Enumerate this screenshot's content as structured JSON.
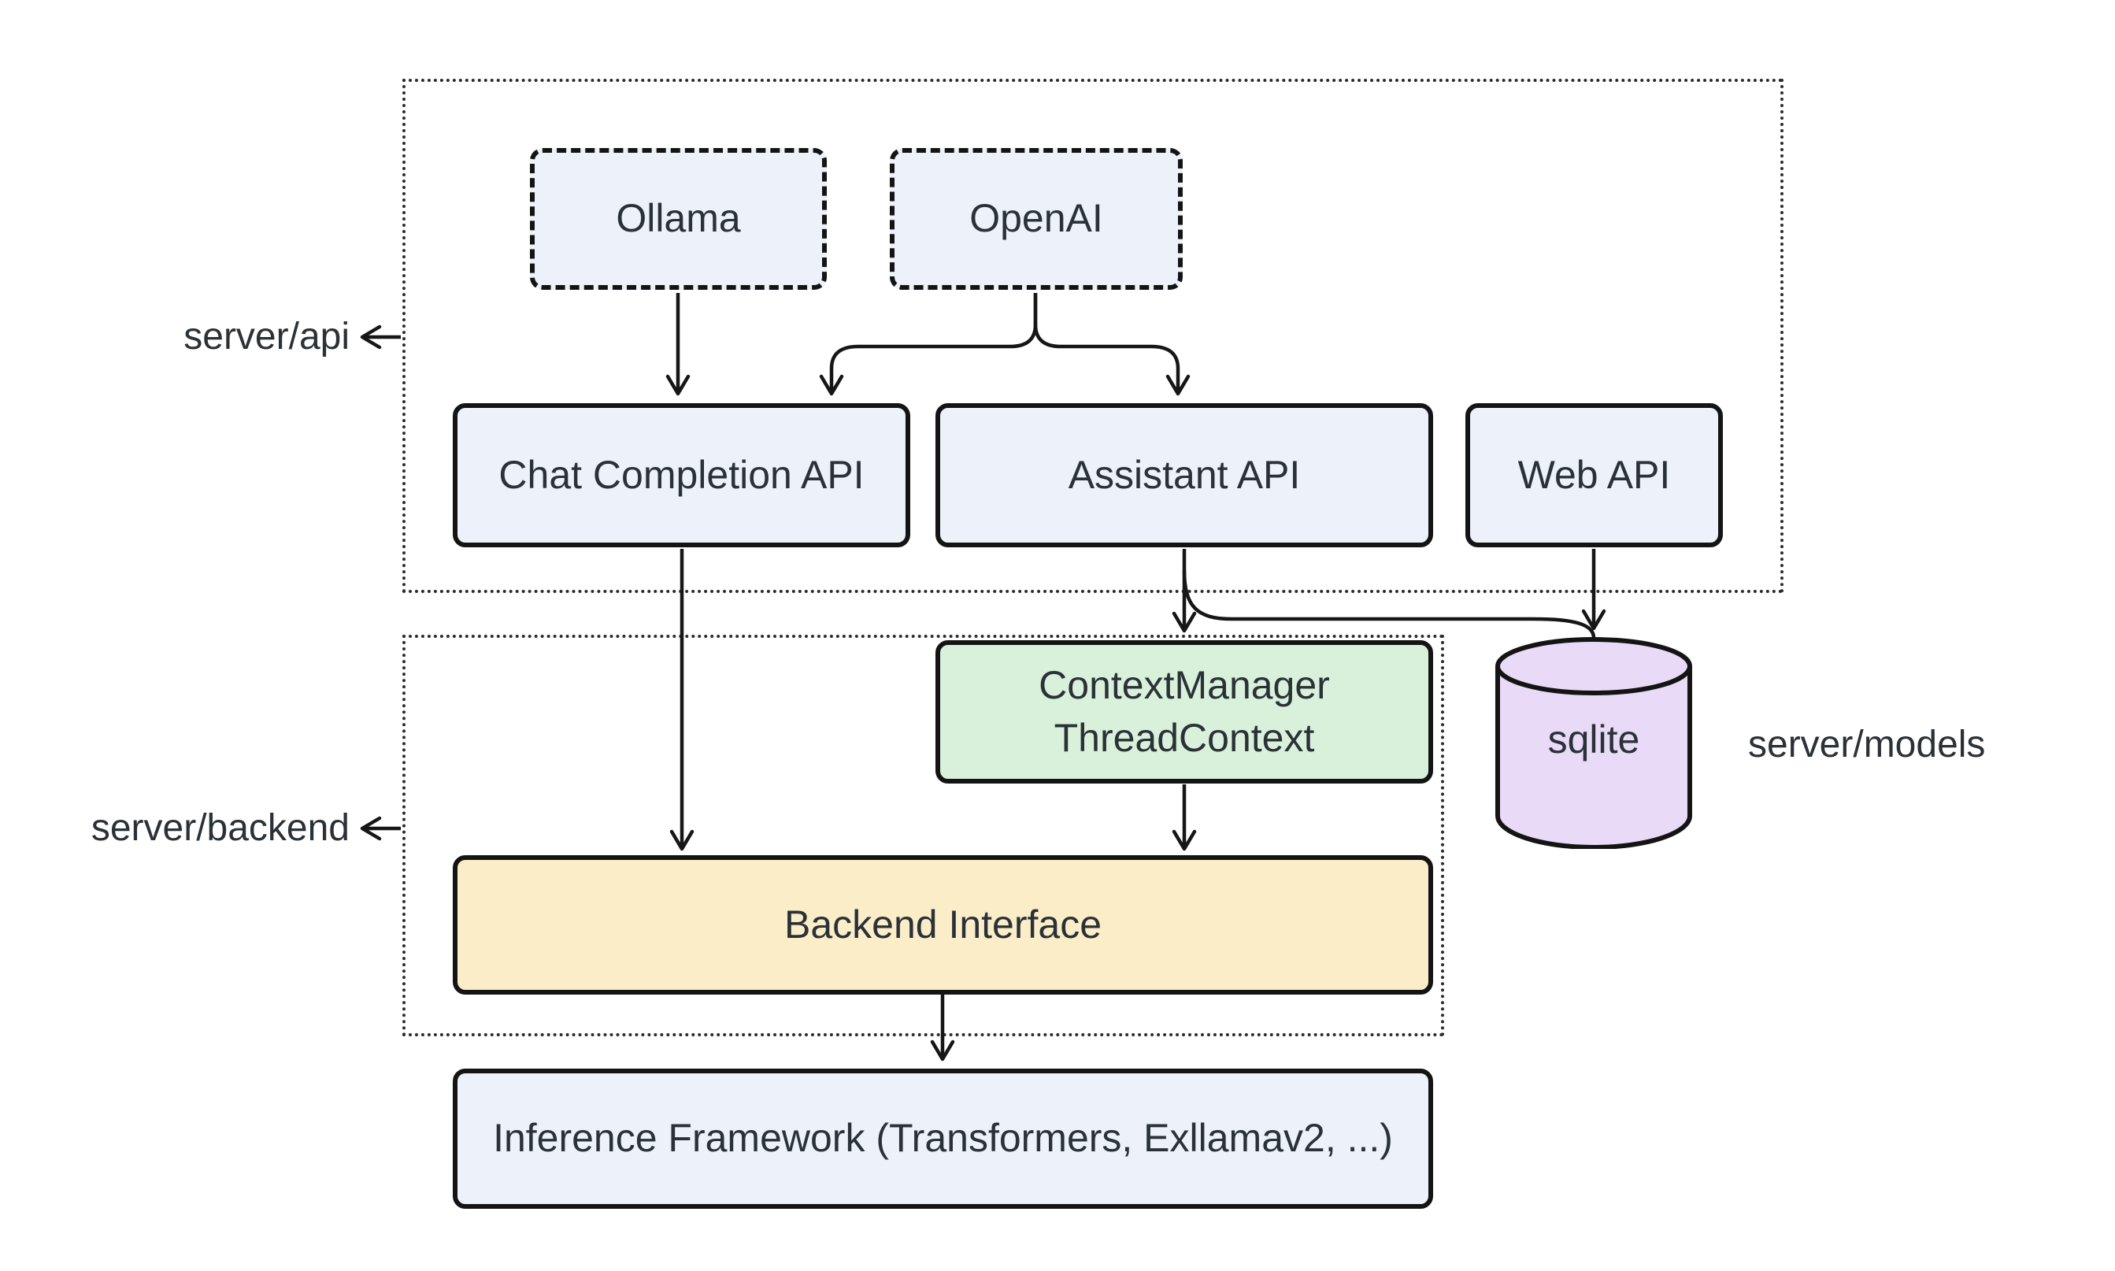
{
  "diagram": {
    "type": "flowchart",
    "clusters": [
      {
        "id": "server-api",
        "label": "server/api"
      },
      {
        "id": "server-backend",
        "label": "server/backend"
      }
    ],
    "outside_labels": {
      "api": "server/api",
      "backend": "server/backend",
      "models": "server/models"
    },
    "nodes": {
      "ollama": {
        "label": "Ollama"
      },
      "openai": {
        "label": "OpenAI"
      },
      "chat_api": {
        "label": "Chat Completion API"
      },
      "assistant_api": {
        "label": "Assistant API"
      },
      "web_api": {
        "label": "Web API"
      },
      "context_manager": {
        "line1": "ContextManager",
        "line2": "ThreadContext"
      },
      "sqlite": {
        "label": "sqlite",
        "shape": "cylinder"
      },
      "backend_interface": {
        "label": "Backend Interface"
      },
      "inference": {
        "label": "Inference Framework (Transformers, Exllamav2, ...)"
      }
    },
    "edges": [
      {
        "from": "Ollama",
        "to": "Chat Completion API"
      },
      {
        "from": "OpenAI",
        "to": "Chat Completion API"
      },
      {
        "from": "OpenAI",
        "to": "Assistant API"
      },
      {
        "from": "Chat Completion API",
        "to": "Backend Interface"
      },
      {
        "from": "Assistant API",
        "to": "ContextManager ThreadContext"
      },
      {
        "from": "Assistant API",
        "to": "sqlite"
      },
      {
        "from": "Web API",
        "to": "sqlite"
      },
      {
        "from": "ContextManager ThreadContext",
        "to": "Backend Interface"
      },
      {
        "from": "Backend Interface",
        "to": "Inference Framework (Transformers, Exllamav2, ...)"
      }
    ],
    "colors": {
      "background": "#ffffff",
      "node_blue": "#ECF1FA",
      "node_green": "#D9F1DB",
      "node_yellow": "#FAEDC8",
      "node_purple": "#E9DAF7",
      "stroke": "#141414",
      "text": "#2A3137"
    }
  }
}
